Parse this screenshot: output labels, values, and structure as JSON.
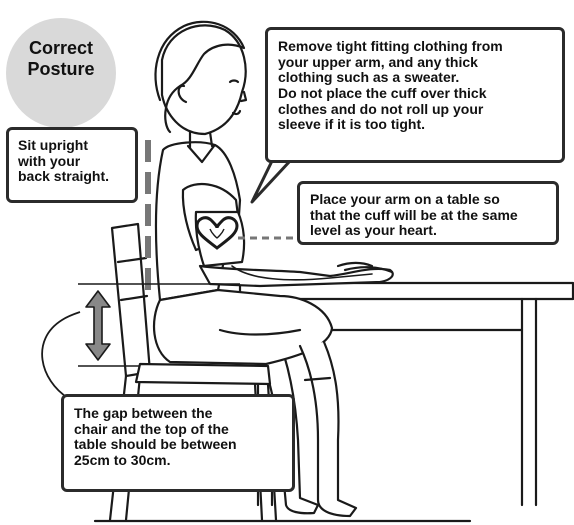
{
  "badge": {
    "text": "Correct\nPosture"
  },
  "callouts": {
    "clothing": "Remove tight fitting clothing from\nyour upper arm, and any thick\nclothing such as a sweater.\nDo not place the cuff over thick\nclothes and do not roll up your\nsleeve if it is too tight.",
    "upright": "Sit upright\nwith your\nback straight.",
    "arm": "Place your arm on a table so\nthat the cuff will be at the same\nlevel as your heart.",
    "gap": "The gap between the\nchair and the top of the\ntable should be between\n25cm to 30cm."
  },
  "icons": [
    "heart-icon",
    "double-arrow-icon"
  ],
  "colors": {
    "ink": "#1a1a1a",
    "badge_fill": "#d9d9d9",
    "guide_gray": "#777777",
    "paper": "#ffffff"
  }
}
